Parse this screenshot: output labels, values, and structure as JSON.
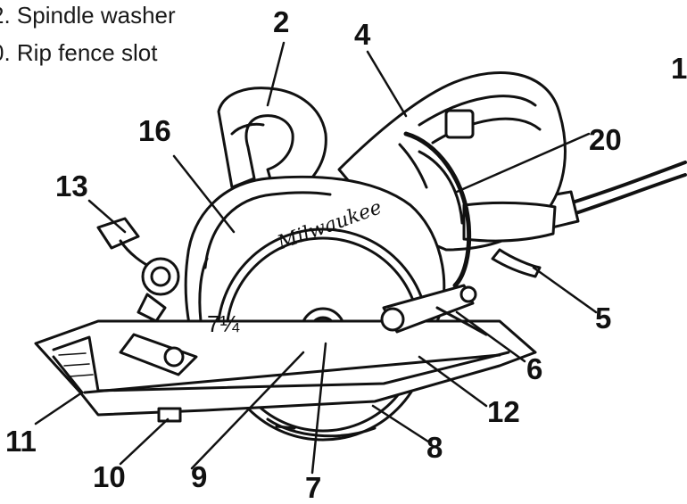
{
  "legend": [
    {
      "text": "2.  Spindle washer"
    },
    {
      "text": "0. Rip fence slot"
    }
  ],
  "callouts": [
    {
      "label": "2"
    },
    {
      "label": "4"
    },
    {
      "label": "16"
    },
    {
      "label": "20"
    },
    {
      "label": "13"
    },
    {
      "label": "5"
    },
    {
      "label": "6"
    },
    {
      "label": "12"
    },
    {
      "label": "11"
    },
    {
      "label": "10"
    },
    {
      "label": "9"
    },
    {
      "label": "7"
    },
    {
      "label": "8"
    },
    {
      "label": "1"
    }
  ],
  "saw": {
    "brand": "Milwaukee",
    "blade_size_marking": "7¼"
  }
}
